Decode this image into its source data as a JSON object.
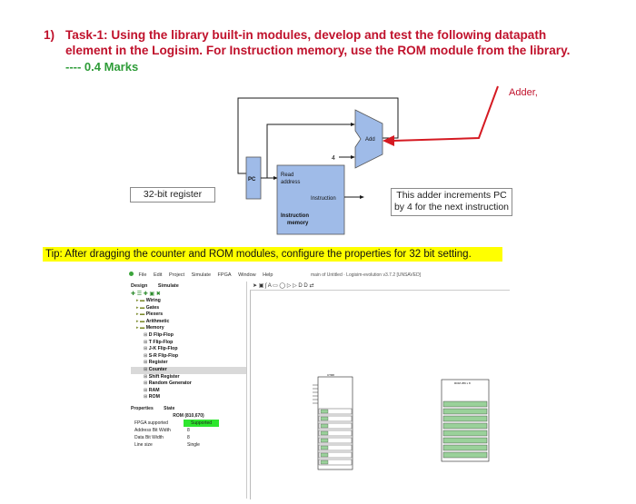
{
  "task": {
    "number": "1)",
    "line1": "Task-1: Using the library built-in modules, develop and test the following datapath",
    "line2": "element in the Logisim. For Instruction memory, use the ROM module from the library.",
    "marks": "---- 0.4 Marks"
  },
  "diagram": {
    "adder_note": "Adder,",
    "add_label": "Add",
    "four_label": "4",
    "pc_label": "PC",
    "read_address_1": "Read",
    "read_address_2": "address",
    "instruction_label": "Instruction",
    "instruction_memory_1": "Instruction",
    "instruction_memory_2": "memory",
    "register_callout": "32-bit register",
    "adder_callout_1": "This adder increments PC",
    "adder_callout_2": "by 4 for the next instruction",
    "colors": {
      "block": "#9fbbe8",
      "wire": "#1a1a1a",
      "arrow": "#d51a22"
    }
  },
  "tip": "Tip: After dragging the counter and ROM modules, configure the properties for 32 bit setting.",
  "logisim": {
    "menu": [
      "File",
      "Edit",
      "Project",
      "Simulate",
      "FPGA",
      "Window",
      "Help"
    ],
    "window_title": "main of Untitled · Logisim-evolution v3.7.2 [UNSAVED]",
    "tabs": [
      "Design",
      "Simulate"
    ],
    "tree": [
      {
        "label": "Wiring",
        "indent": 1
      },
      {
        "label": "Gates",
        "indent": 1
      },
      {
        "label": "Plexers",
        "indent": 1
      },
      {
        "label": "Arithmetic",
        "indent": 1
      },
      {
        "label": "Memory",
        "indent": 1
      },
      {
        "label": "D Flip-Flop",
        "indent": 2
      },
      {
        "label": "T Flip-Flop",
        "indent": 2
      },
      {
        "label": "J-K Flip-Flop",
        "indent": 2
      },
      {
        "label": "S-R Flip-Flop",
        "indent": 2
      },
      {
        "label": "Register",
        "indent": 2
      },
      {
        "label": "Counter",
        "indent": 2
      },
      {
        "label": "Shift Register",
        "indent": 2
      },
      {
        "label": "Random Generator",
        "indent": 2
      },
      {
        "label": "RAM",
        "indent": 2
      },
      {
        "label": "ROM",
        "indent": 2
      }
    ],
    "props_tabs": [
      "Properties",
      "State"
    ],
    "props_title": "ROM (810,670)",
    "props": [
      {
        "k": "FPGA supported",
        "v": "Supported"
      },
      {
        "k": "Address Bit Width",
        "v": "8"
      },
      {
        "k": "Data Bit Width",
        "v": "8"
      },
      {
        "k": "Line size",
        "v": "Single"
      }
    ],
    "ctr_label": "CTR8",
    "rom_label": "ROM 256 x 8"
  }
}
